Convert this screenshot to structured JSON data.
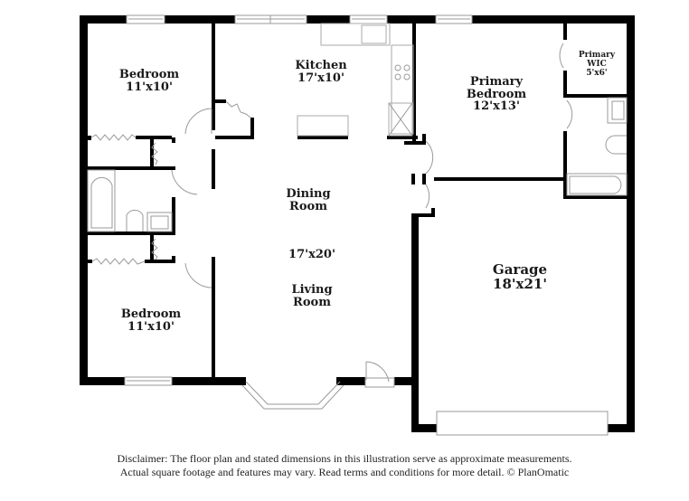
{
  "floor_plan": {
    "rooms": [
      {
        "id": "bedroom-1",
        "name": "Bedroom",
        "dimensions": "11'x10'"
      },
      {
        "id": "kitchen",
        "name": "Kitchen",
        "dimensions": "17'x10'"
      },
      {
        "id": "primary-bedroom",
        "name_line1": "Primary",
        "name_line2": "Bedroom",
        "dimensions": "12'x13'"
      },
      {
        "id": "primary-wic",
        "name_line1": "Primary",
        "name_line2": "WIC",
        "dimensions": "5'x6'"
      },
      {
        "id": "dining-room",
        "name_line1": "Dining",
        "name_line2": "Room"
      },
      {
        "id": "dining-living-dimensions",
        "dimensions": "17'x20'"
      },
      {
        "id": "living-room",
        "name_line1": "Living",
        "name_line2": "Room"
      },
      {
        "id": "bedroom-2",
        "name": "Bedroom",
        "dimensions": "11'x10'"
      },
      {
        "id": "garage",
        "name": "Garage",
        "dimensions": "18'x21'"
      }
    ],
    "colors": {
      "wall": "#000000",
      "fixture": "#9a9a9a",
      "background": "#ffffff",
      "text": "#1a1a1a"
    }
  },
  "disclaimer": {
    "line1": "Disclaimer: The floor plan and stated dimensions in this illustration serve as approximate measurements.",
    "line2": "Actual square footage and features may vary. Read terms and conditions for more detail. © PlanOmatic"
  }
}
